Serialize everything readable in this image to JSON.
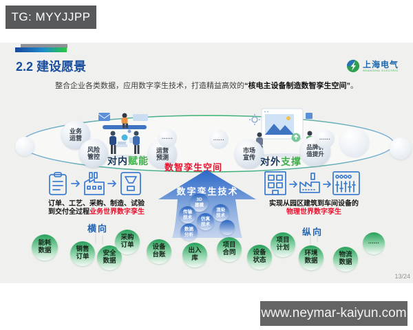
{
  "watermarks": {
    "top": "TG: MYYJJPP",
    "bottom": "www.neymar-kaiyun.com"
  },
  "slide": {
    "title": "2.2 建设愿景",
    "subtitle": {
      "prefix": "整合企业各类数据，应用数字孪生技术，打造精益高效的",
      "emphasis": "“核电主设备制造数智孪生空间”",
      "suffix": "。"
    },
    "logo": {
      "name": "上海电气",
      "subname": "SHANGHAI ELECTRIC"
    },
    "page_number": "13/24"
  },
  "diagram": {
    "space_label": "数智孪生空间",
    "inner_label": {
      "part1": "对内",
      "part2": "赋能"
    },
    "outer_label": {
      "part1": "对外",
      "part2": "支撑"
    },
    "ellipsis": "······",
    "gray_bubbles": [
      {
        "line1": "业务",
        "line2": "运营"
      },
      {
        "line1": "风险",
        "line2": "管控"
      },
      {
        "line1": "运营",
        "line2": "预测"
      },
      {
        "line1": "市场",
        "line2": "宣传"
      },
      {
        "line1": "品牌价",
        "line2": "值提升"
      }
    ],
    "arrow_label": "数字孪生技术",
    "tech_bubbles": [
      {
        "line1": "3D",
        "line2": "建模"
      },
      {
        "line1": "传输",
        "line2": "技术"
      },
      {
        "line1": "渲染",
        "line2": "技术"
      },
      {
        "line1": "仿真",
        "line2": "技术"
      },
      {
        "line1": "数据",
        "line2": "分析"
      }
    ],
    "left_flow": {
      "line1": "订单、工艺、采购、制造、试验",
      "line2_black": "到交付全过程",
      "line2_red": "业务世界数字孪生",
      "direction": "横向"
    },
    "right_flow": {
      "line1": "实现从园区建筑到车间设备的",
      "line2_red": "物理世界数字孪生",
      "direction": "纵向"
    },
    "data_bubbles": [
      {
        "line1": "能耗",
        "line2": "数据"
      },
      {
        "line1": "销售",
        "line2": "订单"
      },
      {
        "line1": "安全",
        "line2": "数据"
      },
      {
        "line1": "采购",
        "line2": "订单"
      },
      {
        "line1": "设备",
        "line2": "台账"
      },
      {
        "line1": "出入",
        "line2": "库"
      },
      {
        "line1": "项目",
        "line2": "合同"
      },
      {
        "line1": "设备",
        "line2": "状态"
      },
      {
        "line1": "项目",
        "line2": "计划"
      },
      {
        "line1": "环境",
        "line2": "数据"
      },
      {
        "line1": "物流",
        "line2": "数据"
      }
    ],
    "colors": {
      "red": "#e8112d",
      "green": "#3fae49",
      "navy": "#17375e",
      "blue": "#2263b4",
      "title_blue": "#1a4e9e"
    }
  }
}
